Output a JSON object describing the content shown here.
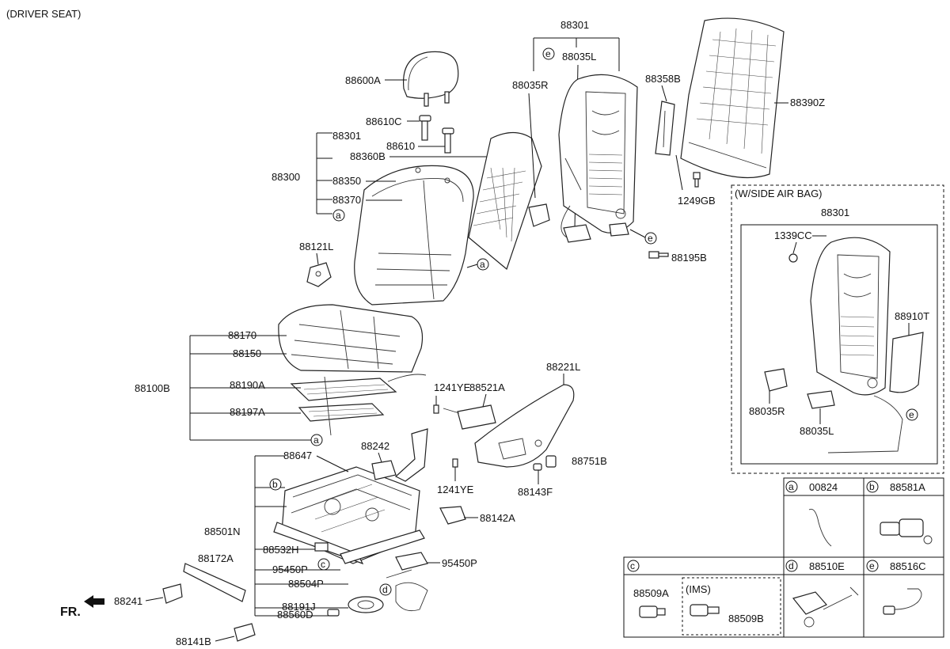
{
  "title": "(DRIVER SEAT)",
  "fr_label": "FR.",
  "side_airbag_title": "(W/SIDE AIR BAG)",
  "ims_title": "(IMS)",
  "labels": {
    "p88600A": "88600A",
    "p88610C": "88610C",
    "p88610": "88610",
    "p88301_a": "88301",
    "p88360B": "88360B",
    "p88300": "88300",
    "p88350": "88350",
    "p88370": "88370",
    "p88121L": "88121L",
    "p88170": "88170",
    "p88150": "88150",
    "p88100B": "88100B",
    "p88190A": "88190A",
    "p88197A": "88197A",
    "p88301_top": "88301",
    "p88035L_top": "88035L",
    "p88035R_top": "88035R",
    "p88358B": "88358B",
    "p88390Z": "88390Z",
    "p1249GB": "1249GB",
    "p88195B": "88195B",
    "p1241YE_a": "1241YE",
    "p88521A": "88521A",
    "p88221L": "88221L",
    "p88751B": "88751B",
    "p1241YE_b": "1241YE",
    "p88143F": "88143F",
    "p88647": "88647",
    "p88242": "88242",
    "p88142A": "88142A",
    "p88501N": "88501N",
    "p88532H": "88532H",
    "p95450P_a": "95450P",
    "p95450P_b": "95450P",
    "p88504P": "88504P",
    "p88172A": "88172A",
    "p88241": "88241",
    "p88191J": "88191J",
    "p88560D": "88560D",
    "p88141B": "88141B",
    "p88301_sab": "88301",
    "p1339CC": "1339CC",
    "p88910T": "88910T",
    "p88035R_sab": "88035R",
    "p88035L_sab": "88035L",
    "t_a_part": "00824",
    "t_b_part": "88581A",
    "t_d_part": "88510E",
    "t_e_part": "88516C",
    "t_c_part": "88509A",
    "t_ims_part": "88509B"
  },
  "callouts": {
    "a": "a",
    "b": "b",
    "c": "c",
    "d": "d",
    "e": "e"
  }
}
